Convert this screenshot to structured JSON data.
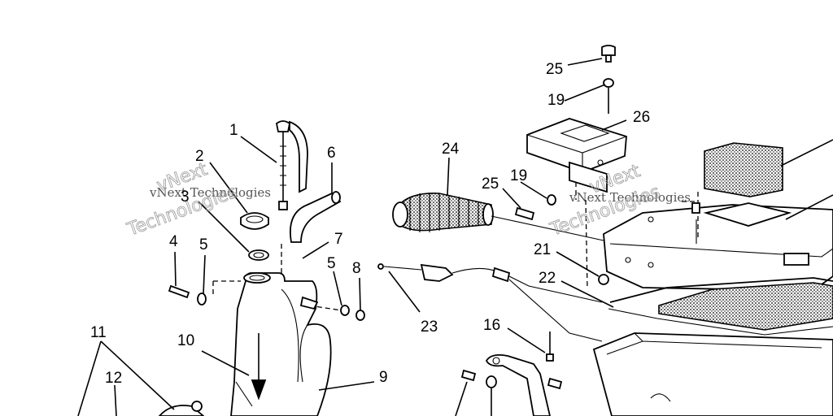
{
  "labels": [
    {
      "name": "callout-1",
      "text": "1"
    },
    {
      "name": "callout-2",
      "text": "2"
    },
    {
      "name": "callout-3",
      "text": "3"
    },
    {
      "name": "callout-4",
      "text": "4"
    },
    {
      "name": "callout-5a",
      "text": "5"
    },
    {
      "name": "callout-5b",
      "text": "5"
    },
    {
      "name": "callout-6",
      "text": "6"
    },
    {
      "name": "callout-7",
      "text": "7"
    },
    {
      "name": "callout-8",
      "text": "8"
    },
    {
      "name": "callout-9",
      "text": "9"
    },
    {
      "name": "callout-10",
      "text": "10"
    },
    {
      "name": "callout-11",
      "text": "11"
    },
    {
      "name": "callout-12",
      "text": "12"
    },
    {
      "name": "callout-16",
      "text": "16"
    },
    {
      "name": "callout-19a",
      "text": "19"
    },
    {
      "name": "callout-19b",
      "text": "19"
    },
    {
      "name": "callout-21",
      "text": "21"
    },
    {
      "name": "callout-22",
      "text": "22"
    },
    {
      "name": "callout-23",
      "text": "23"
    },
    {
      "name": "callout-24",
      "text": "24"
    },
    {
      "name": "callout-25a",
      "text": "25"
    },
    {
      "name": "callout-25b",
      "text": "25"
    },
    {
      "name": "callout-26",
      "text": "26"
    }
  ],
  "watermarks": {
    "small_text": "vNext Technologies",
    "big_line1": "vNext",
    "big_line2": "Technologies"
  }
}
